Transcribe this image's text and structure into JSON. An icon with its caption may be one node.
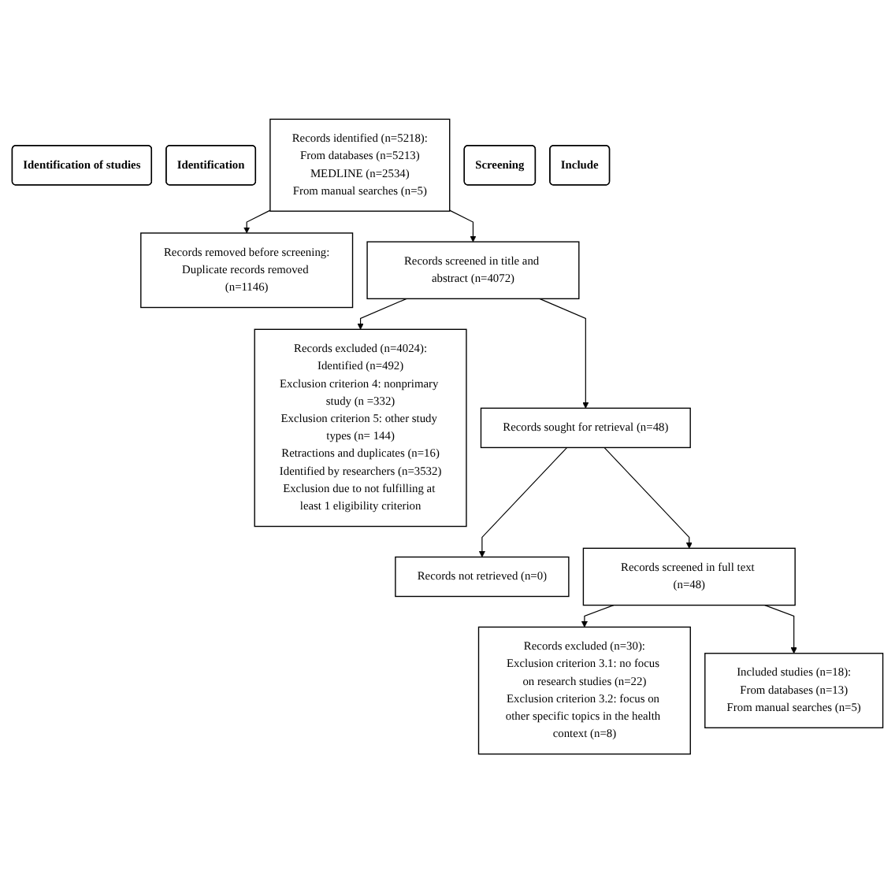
{
  "diagram": {
    "nodes": [
      {
        "text": [
          "Identification of studies"
        ]
      },
      {
        "text": [
          "Identification"
        ]
      },
      {
        "text": [
          "Records identified (n=5218):",
          "From databases (n=5213)",
          "MEDLINE (n=2534)",
          "From manual searches (n=5)"
        ]
      },
      {
        "text": [
          "Records removed before screening:",
          "Duplicate records removed (n=1146)"
        ]
      },
      {
        "text": [
          "Screening"
        ]
      },
      {
        "text": [
          "Records screened in title and abstract (n=4072)"
        ]
      },
      {
        "text": [
          "Records excluded (n=4024):",
          "Identified (n=492)",
          "Exclusion criterion 4: nonprimary study (n =332)",
          "Exclusion criterion 5: other study types (n= 144)",
          "Retractions and duplicates (n=16)",
          "Identified by researchers (n=3532)",
          "Exclusion due to not fulfilling at least 1 eligibility criterion"
        ]
      },
      {
        "text": [
          "Records sought for retrieval (n=48)"
        ]
      },
      {
        "text": [
          "Records not retrieved (n=0)"
        ]
      },
      {
        "text": [
          "Records screened in full text (n=48)"
        ]
      },
      {
        "text": [
          "Records excluded (n=30):",
          "Exclusion criterion 3.1: no focus on research studies (n=22)",
          "Exclusion criterion 3.2: focus on other specific topics in the health context (n=8)"
        ]
      },
      {
        "text": [
          "Include"
        ]
      },
      {
        "text": [
          "Included studies (n=18):",
          "From databases (n=13)",
          "From manual searches (n=5)"
        ]
      }
    ],
    "edges": [
      {
        "from": 2,
        "to": 3,
        "arrow": "to"
      },
      {
        "from": 2,
        "to": 5,
        "arrow": "to"
      },
      {
        "from": 5,
        "to": 6,
        "arrow": "to"
      },
      {
        "from": 5,
        "to": 7,
        "arrow": "to"
      },
      {
        "from": 7,
        "to": 8,
        "arrow": "to"
      },
      {
        "from": 7,
        "to": 9,
        "arrow": "to"
      },
      {
        "from": 9,
        "to": 10,
        "arrow": "to"
      },
      {
        "from": 9,
        "to": 12,
        "arrow": "to"
      }
    ]
  }
}
